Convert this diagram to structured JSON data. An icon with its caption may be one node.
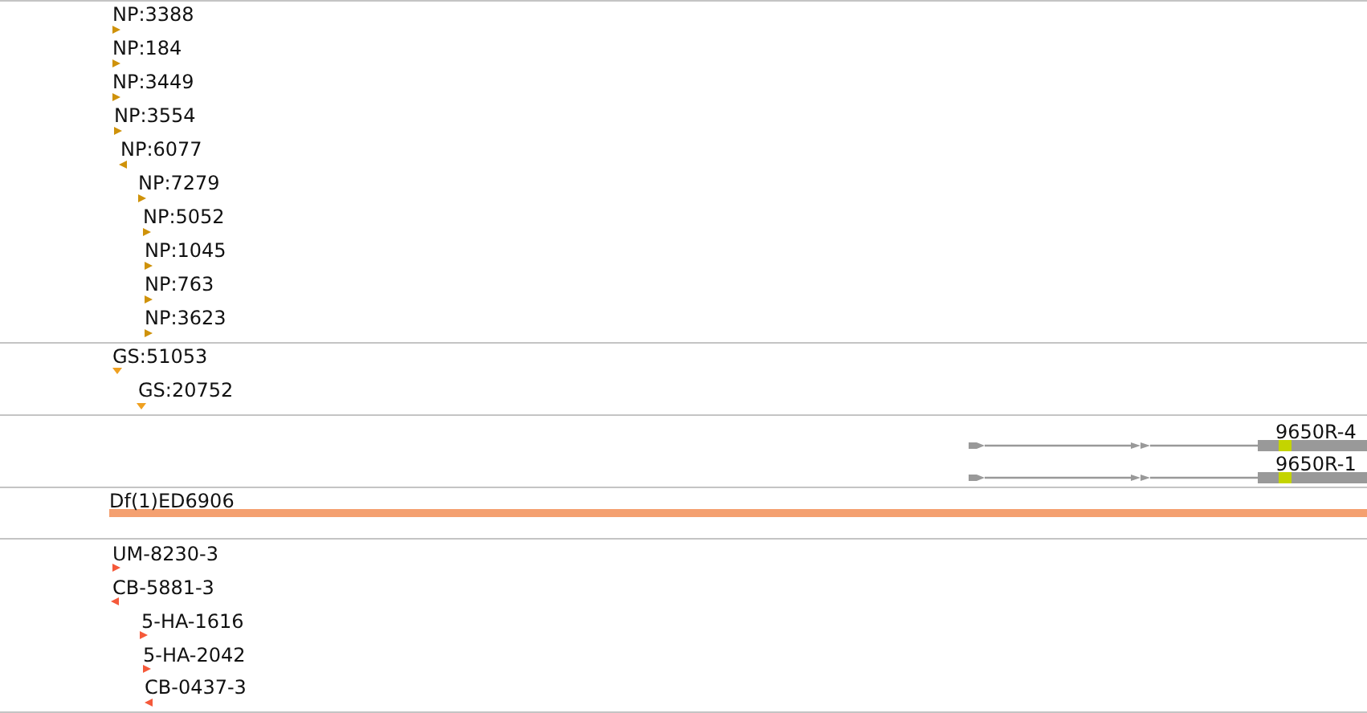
{
  "diagram": {
    "labels": [
      "NP:3388",
      "NP:184",
      "NP:3449",
      "NP:3554",
      "NP:6077",
      "NP:7279",
      "NP:5052",
      "NP:1045",
      "NP:763",
      "NP:3623",
      "GS:51053",
      "GS:20752",
      "9650R-4",
      "9650R-1",
      "Df(1)ED6906",
      "UM-8230-3",
      "CB-5881-3",
      "5-HA-1616",
      "5-HA-2042",
      "CB-0437-3"
    ]
  }
}
